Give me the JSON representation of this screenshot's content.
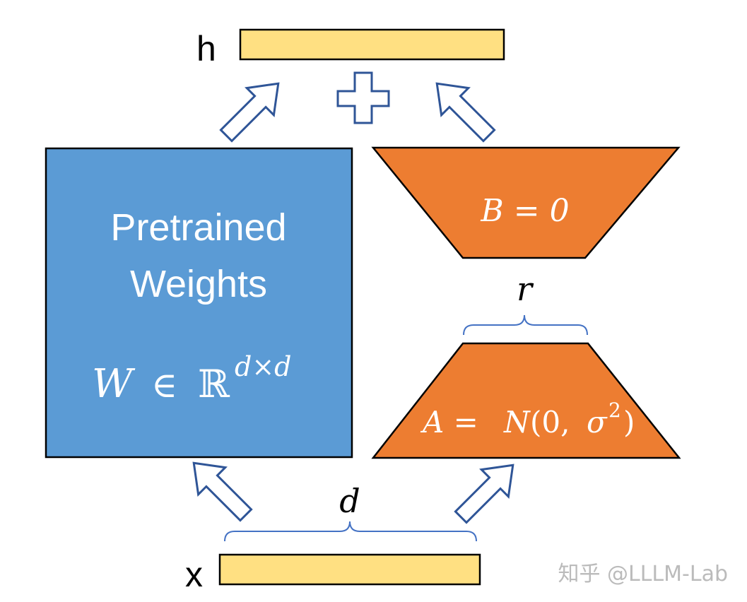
{
  "colors": {
    "vector_fill": "#FFE082",
    "pretrained_fill": "#5B9BD5",
    "adapter_fill": "#ED7D31",
    "arrow_stroke": "#2F5597",
    "brace_stroke": "#4472C4",
    "outline": "#000000",
    "watermark": "#BBBBBB"
  },
  "labels": {
    "h": "h",
    "x": "x",
    "pretrained_line1": "Pretrained",
    "pretrained_line2": "Weights",
    "w_symbol": "W",
    "w_in": "∈",
    "w_space": "ℝ",
    "w_exp": "d×d",
    "b_equation": "B = 0",
    "a_equation_lhs": "A = ",
    "a_equation_script": "N",
    "a_equation_args": "(0, ",
    "a_equation_sigma": "σ",
    "a_equation_sup": "2",
    "a_equation_close": ")",
    "r_label": "r",
    "d_label": "d"
  },
  "icons": {
    "plus": "plus-icon",
    "arrow": "hollow-arrow-icon"
  },
  "watermark": "知乎 @LLLM-Lab"
}
